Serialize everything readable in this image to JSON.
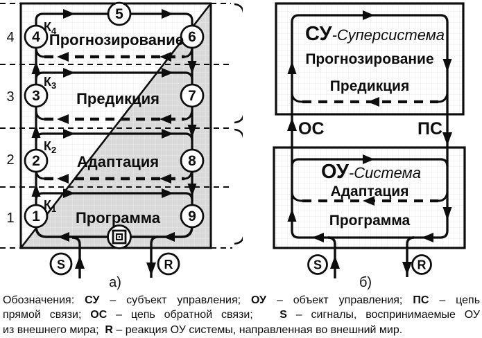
{
  "diagram_a": {
    "caption": "а)",
    "levels": [
      "4",
      "3",
      "2",
      "1"
    ],
    "sections": [
      "Прогнозирование",
      "Предикция",
      "Адаптация",
      "Программа"
    ],
    "nodes": [
      "1",
      "2",
      "3",
      "4",
      "5",
      "6",
      "7",
      "8",
      "9"
    ],
    "k_labels": [
      {
        "main": "К",
        "sub": "4"
      },
      {
        "main": "К",
        "sub": "3"
      },
      {
        "main": "К",
        "sub": "2"
      },
      {
        "main": "К",
        "sub": "1"
      }
    ],
    "signal_in": "S",
    "signal_out": "R"
  },
  "diagram_b": {
    "caption": "б)",
    "su": {
      "abbr": "СУ",
      "suffix": "-Суперсистема",
      "lines": [
        "Прогнозирование",
        "Предикция"
      ]
    },
    "ou": {
      "abbr": "ОУ",
      "suffix": "-Система",
      "lines": [
        "Адаптация",
        "Программа"
      ]
    },
    "feedback_label": "ОС",
    "forward_label": "ПС",
    "signal_in": "S",
    "signal_out": "R"
  },
  "legend": {
    "line1": {
      "t0": "Обозначения: ",
      "b1": "СУ",
      "t2": " – субъект управления; ",
      "b3": "ОУ",
      "t4": " – объект управления; ",
      "b5": "ПС",
      "t6": " – цепь"
    },
    "line2": {
      "t0": "прямой связи; ",
      "b1": "ОС",
      "t2": " – цепь обратной связи;   ",
      "b3": "S",
      "t4": " – сигналы, воспринимаемые ОУ"
    },
    "line3": {
      "t0": "из внешнего мира;  ",
      "b1": "R",
      "t2": " – реакция ОУ системы, направленная во внешний мир."
    }
  },
  "colors": {
    "ink": "#0d0d0d",
    "shade": "#d9d9d9",
    "grid": "#e9e9e9"
  }
}
